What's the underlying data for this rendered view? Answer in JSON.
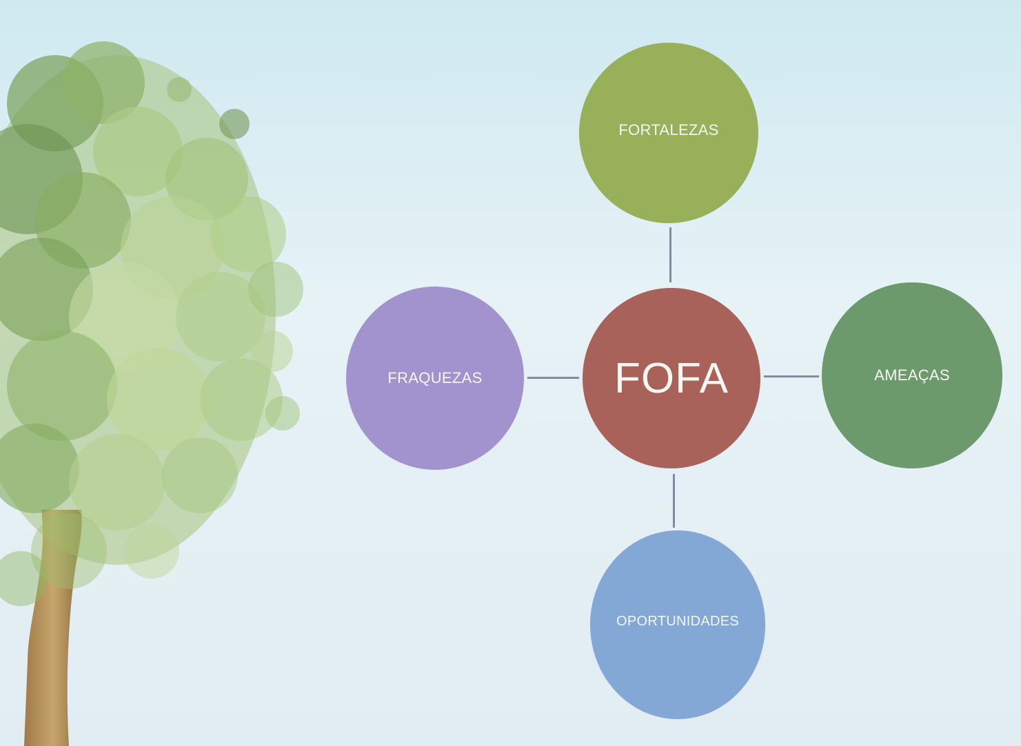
{
  "diagram": {
    "center": {
      "label": "FOFA",
      "color": "#a8625a"
    },
    "nodes": {
      "top": {
        "label": "FORTALEZAS",
        "color": "#98b05a"
      },
      "left": {
        "label": "FRAQUEZAS",
        "color": "#a292cd"
      },
      "right": {
        "label": "AMEAÇAS",
        "color": "#6d9a6d"
      },
      "bottom": {
        "label": "OPORTUNIDADES",
        "color": "#84a8d6"
      }
    },
    "connector_color": "#7f8aa6"
  },
  "decoration": {
    "tree_icon": "tree-illustration"
  }
}
